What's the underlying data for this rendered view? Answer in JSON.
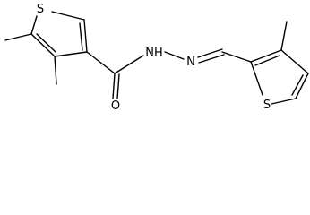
{
  "molecule": {
    "atom_labels": {
      "s_left": "S",
      "o_carbonyl": "O",
      "nh": "NH",
      "n_hydrazone": "N",
      "s_right": "S"
    }
  }
}
